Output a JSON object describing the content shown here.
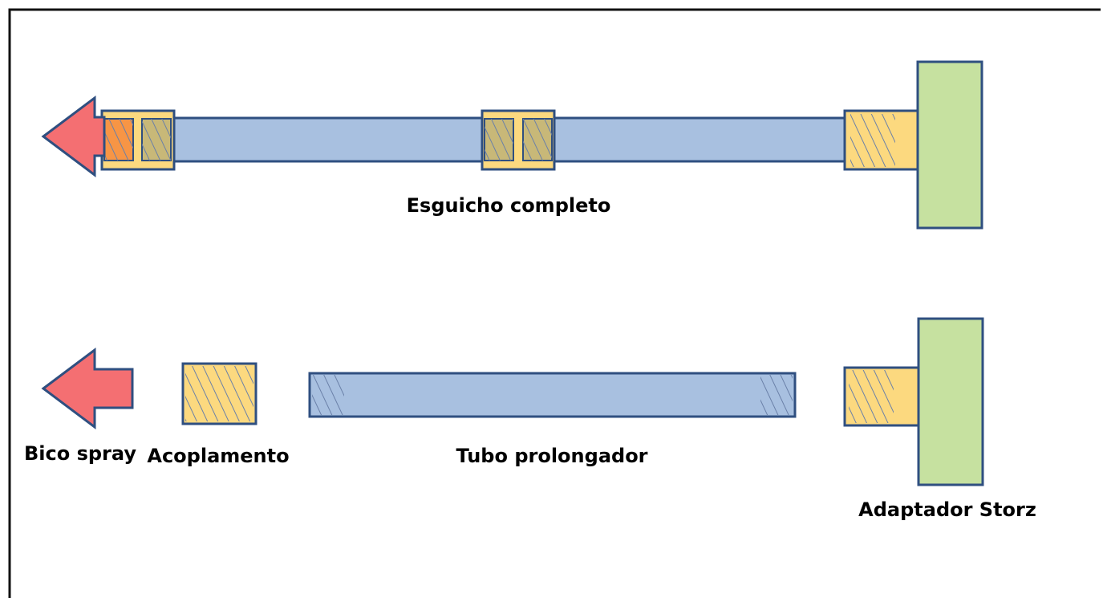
{
  "labels": {
    "assembled": "Esguicho completo",
    "nozzle": "Bico spray",
    "coupling": "Acoplamento",
    "extension_tube": "Tubo prolongador",
    "storz_adapter": "Adaptador Storz"
  },
  "colors": {
    "frame": "#111111",
    "tube_fill": "#a8c0e0",
    "thread_fill": "#fcd97f",
    "adapter_fill": "#c6e1a0",
    "nozzle_fill": "#f46f72",
    "nozzle_tip_fill": "#f79545",
    "outline": "#2f4f80",
    "hatch": "#6a80a8"
  }
}
